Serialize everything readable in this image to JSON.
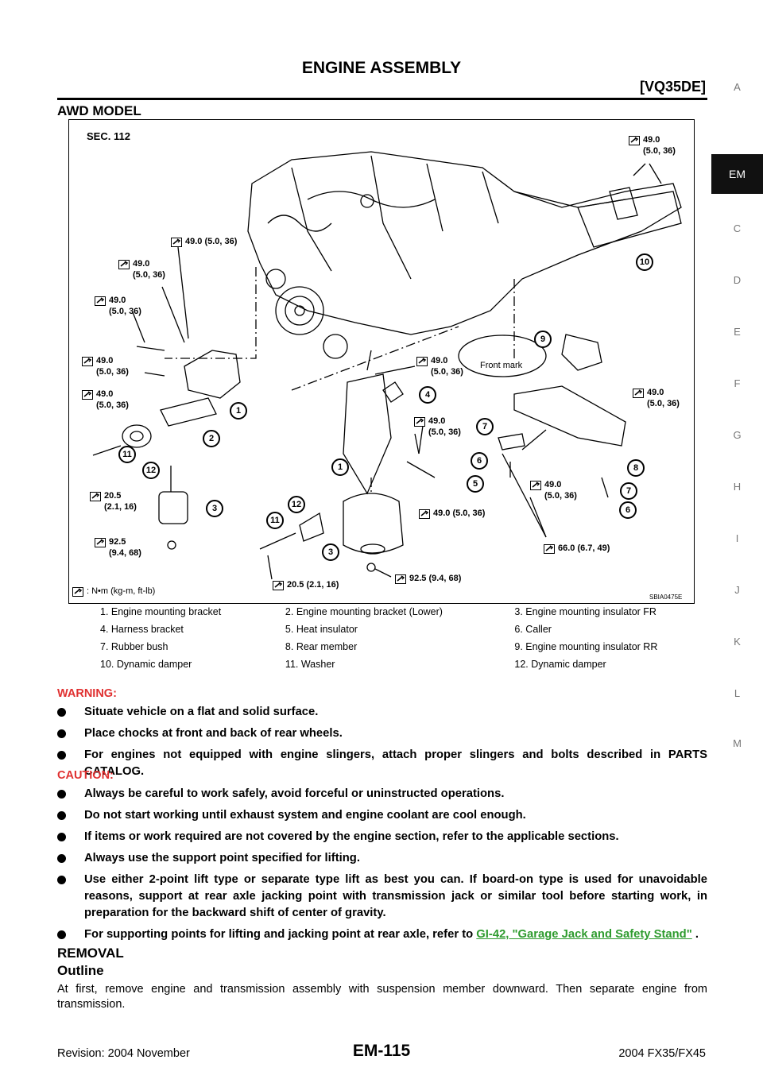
{
  "header": {
    "title": "ENGINE ASSEMBLY",
    "variant": "[VQ35DE]"
  },
  "section_title": "AWD MODEL",
  "figure": {
    "sec": "SEC. 112",
    "torque_labels": [
      "49.0\n(5.0, 36)",
      "49.0 (5.0, 36)",
      "49.0\n(5.0, 36)",
      "49.0\n(5.0, 36)",
      "49.0\n(5.0, 36)",
      "49.0\n(5.0, 36)",
      "20.5\n(2.1, 16)",
      "92.5\n(9.4, 68)",
      "49.0\n(5.0, 36)",
      "49.0\n(5.0, 36)",
      "49.0 (5.0, 36)",
      "20.5 (2.1, 16)",
      "92.5 (9.4, 68)",
      "49.0\n(5.0, 36)",
      "49.0\n(5.0, 36)",
      "66.0 (6.7, 49)"
    ],
    "unit_legend": ": N•m (kg-m, ft-lb)",
    "front_mark": "Front mark",
    "code": "SBIA0475E",
    "callouts": [
      "1",
      "2",
      "3",
      "11",
      "12",
      "4",
      "1",
      "12",
      "11",
      "3",
      "10",
      "9",
      "7",
      "6",
      "5",
      "8",
      "7",
      "6"
    ]
  },
  "legend": [
    [
      "1. Engine mounting bracket",
      "2. Engine mounting bracket (Lower)",
      "3. Engine mounting insulator FR"
    ],
    [
      "4. Harness bracket",
      "5. Heat insulator",
      "6. Caller"
    ],
    [
      "7. Rubber bush",
      "8. Rear member",
      "9. Engine mounting insulator RR"
    ],
    [
      "10. Dynamic damper",
      "11. Washer",
      "12. Dynamic damper"
    ]
  ],
  "warning": {
    "label": "WARNING:",
    "items": [
      "Situate vehicle on a flat and solid surface.",
      "Place chocks at front and back of rear wheels.",
      "For engines not equipped with engine slingers, attach proper slingers and bolts described in PARTS CATALOG."
    ]
  },
  "caution": {
    "label": "CAUTION:",
    "items": [
      "Always be careful to work safely, avoid forceful or uninstructed operations.",
      "Do not start working until exhaust system and engine coolant are cool enough.",
      "If items or work required are not covered by the engine section, refer to the applicable sections.",
      "Always use the support point specified for lifting.",
      "Use either 2-point lift type or separate type lift as best you can. If board-on type is used for unavoidable reasons, support at rear axle jacking point with transmission jack or similar tool before starting work, in preparation for the backward shift of center of gravity."
    ],
    "last_item_text": "For supporting points for lifting and jacking point at rear axle, refer to",
    "last_item_link": "GI-42, \"Garage Jack and Safety Stand\"",
    "last_item_end": " ."
  },
  "removal": {
    "title": "REMOVAL",
    "subtitle": "Outline",
    "text": "At first, remove engine and transmission assembly with suspension member downward. Then separate engine from transmission."
  },
  "sidebar": {
    "letters": [
      "A",
      "C",
      "D",
      "E",
      "F",
      "G",
      "H",
      "I",
      "J",
      "K",
      "L",
      "M"
    ],
    "active": "EM"
  },
  "footer": {
    "revision": "Revision: 2004 November",
    "page": "EM-115",
    "model": "2004 FX35/FX45"
  }
}
